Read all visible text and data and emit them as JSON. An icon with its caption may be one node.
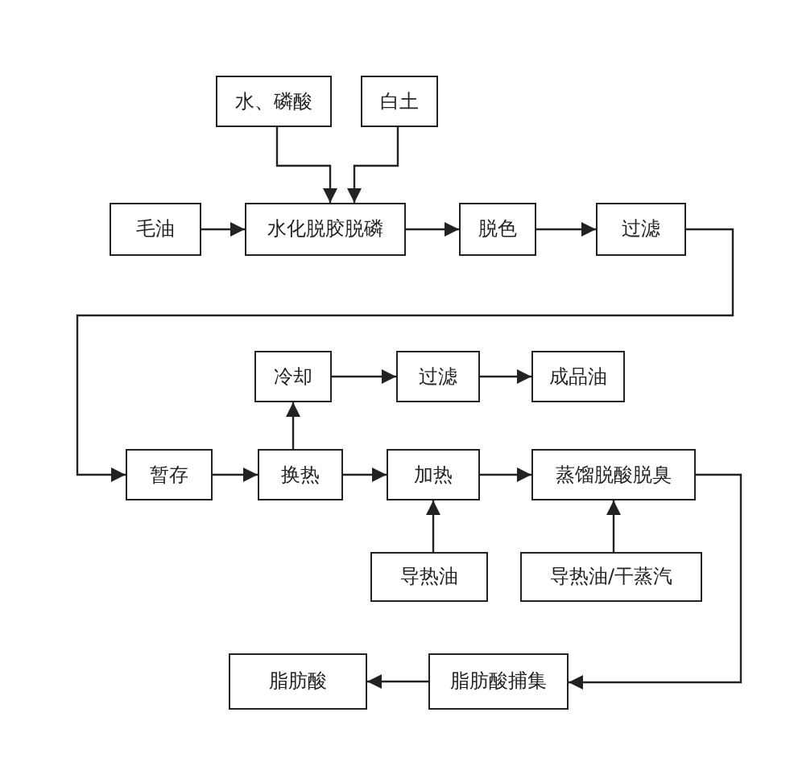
{
  "diagram": {
    "nodes": [
      {
        "text": [
          "水、磷酸"
        ]
      },
      {
        "text": [
          "白土"
        ]
      },
      {
        "text": [
          "毛油"
        ]
      },
      {
        "text": [
          "水化脱胶脱磷"
        ]
      },
      {
        "text": [
          "脱色"
        ]
      },
      {
        "text": [
          "过滤"
        ]
      },
      {
        "text": [
          "冷却"
        ]
      },
      {
        "text": [
          "过滤"
        ]
      },
      {
        "text": [
          "成品油"
        ]
      },
      {
        "text": [
          "暂存"
        ]
      },
      {
        "text": [
          "换热"
        ]
      },
      {
        "text": [
          "加热"
        ]
      },
      {
        "text": [
          "蒸馏脱酸脱臭"
        ]
      },
      {
        "text": [
          "导热油"
        ]
      },
      {
        "text": [
          "导热油/干蒸汽"
        ]
      },
      {
        "text": [
          "脂肪酸"
        ]
      },
      {
        "text": [
          "脂肪酸捕集"
        ]
      }
    ],
    "edges": [
      {
        "from": 0,
        "to": 3,
        "arrow": "to"
      },
      {
        "from": 1,
        "to": 3,
        "arrow": "to"
      },
      {
        "from": 2,
        "to": 3,
        "arrow": "to"
      },
      {
        "from": 3,
        "to": 4,
        "arrow": "to"
      },
      {
        "from": 4,
        "to": 5,
        "arrow": "to"
      },
      {
        "from": 5,
        "to": 9,
        "arrow": "to"
      },
      {
        "from": 9,
        "to": 10,
        "arrow": "to"
      },
      {
        "from": 10,
        "to": 6,
        "arrow": "to"
      },
      {
        "from": 6,
        "to": 7,
        "arrow": "to"
      },
      {
        "from": 7,
        "to": 8,
        "arrow": "to"
      },
      {
        "from": 10,
        "to": 11,
        "arrow": "to"
      },
      {
        "from": 11,
        "to": 12,
        "arrow": "to"
      },
      {
        "from": 13,
        "to": 11,
        "arrow": "to"
      },
      {
        "from": 14,
        "to": 12,
        "arrow": "to"
      },
      {
        "from": 12,
        "to": 16,
        "arrow": "to"
      },
      {
        "from": 16,
        "to": 15,
        "arrow": "to"
      }
    ]
  }
}
